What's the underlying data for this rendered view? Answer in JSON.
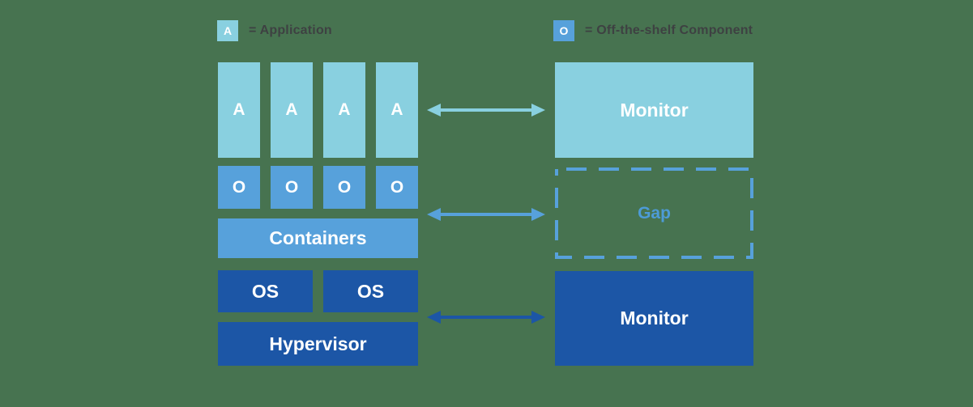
{
  "colors": {
    "background_green": "#477350",
    "light_blue": "#89D0E0",
    "medium_blue": "#57A1DB",
    "dark_blue": "#1C56A6",
    "legend_text": "#3E4142",
    "box_text": "#FFFFFF",
    "gap_text": "#4D9BD7"
  },
  "legend": {
    "application": {
      "symbol": "A",
      "label": "= Application"
    },
    "off_the_shelf": {
      "symbol": "O",
      "label": "= Off-the-shelf Component"
    }
  },
  "left_stack": {
    "applications": [
      "A",
      "A",
      "A",
      "A"
    ],
    "components": [
      "O",
      "O",
      "O",
      "O"
    ],
    "containers": "Containers",
    "os": [
      "OS",
      "OS"
    ],
    "hypervisor": "Hypervisor"
  },
  "right_stack": {
    "monitor_top": "Monitor",
    "gap": "Gap",
    "monitor_bottom": "Monitor"
  },
  "icons": {
    "double_arrow": "↔"
  }
}
